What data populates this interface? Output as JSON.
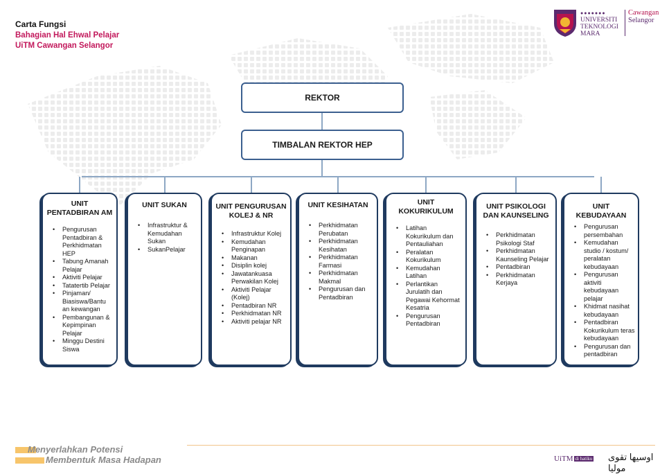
{
  "header": {
    "title": "Carta Fungsi",
    "line1": "Bahagian Hal Ehwal Pelajar",
    "line2": "UiTM Cawangan Selangor"
  },
  "logo": {
    "name_l1": "UNIVERSITI",
    "name_l2": "TEKNOLOGI",
    "name_l3": "MARA",
    "campus_l1": "Cawangan",
    "campus_l2": "Selangor",
    "colors": {
      "purple": "#5b2a6e",
      "magenta": "#b5134f"
    }
  },
  "org": {
    "top": "REKTOR",
    "second": "TIMBALAN REKTOR HEP",
    "units": [
      {
        "title": "UNIT PENTADBIRAN AM",
        "items": [
          "Pengurusan Pentadbiran & Perkhidmatan HEP",
          "Tabung Amanah Pelajar",
          "Aktiviti Pelajar",
          "Tatatertib Pelajar",
          "Pinjaman/ Biasiswa/Bantu an kewangan",
          "Pembangunan & Kepimpinan Pelajar",
          "Minggu Destini Siswa"
        ]
      },
      {
        "title": "UNIT SUKAN",
        "items": [
          "Infrastruktur & Kemudahan Sukan",
          "SukanPelajar"
        ]
      },
      {
        "title": "UNIT PENGURUSAN KOLEJ & NR",
        "items": [
          "Infrastruktur Kolej",
          "Kemudahan Penginapan",
          "Makanan",
          "Disiplin kolej",
          "Jawatankuasa Perwakilan Kolej",
          "Aktiviti Pelajar (Kolej)",
          "Pentadbiran NR",
          "Perkhidmatan NR",
          "Aktiviti pelajar NR"
        ]
      },
      {
        "title": "UNIT KESIHATAN",
        "items": [
          "Perkhidmatan Perubatan",
          "Perkhidmatan Kesihatan",
          "Perkhidmatan Farmasi",
          "Perkhidmatan Makmal",
          "Pengurusan dan Pentadbiran"
        ]
      },
      {
        "title": "UNIT KOKURIKULUM",
        "items": [
          "Latihan Kokurikulum dan Pentauliahan",
          "Peralatan Kokurikulum",
          "Kemudahan Latihan",
          "Perlantikan Jurulatih dan Pegawai Kehormat Kesatria",
          "Pengurusan Pentadbiran"
        ]
      },
      {
        "title": "UNIT PSIKOLOGI DAN KAUNSELING",
        "items": [
          "Perkhidmatan Psikologi Staf",
          "Perkhidmatan Kaunseling Pelajar",
          "Pentadbiran",
          "Perkhidmatan Kerjaya"
        ]
      },
      {
        "title": "UNIT KEBUDAYAAN",
        "items": [
          "Pengurusan persembahan",
          "Kemudahan studio / kostum/ peralatan kebudayaan",
          "Pengurusan aktiviti kebudayaan pelajar",
          "Khidmat nasihat kebudayaan",
          "Pentadbiran Kokurikulum teras kebudayaan",
          "Pengurusan dan pentadbiran"
        ]
      }
    ]
  },
  "footer": {
    "slogan1": "Menyerlahkan Potensi",
    "slogan2": "Membentuk Masa Hadapan",
    "badge": "UiTM",
    "badge_small": "di hatiku",
    "arabic": "اوسيها تقوى موليا"
  }
}
